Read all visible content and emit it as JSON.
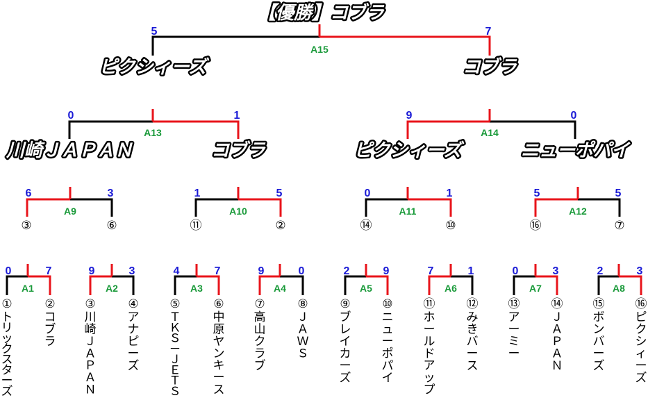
{
  "champion": "【優勝】コブラ",
  "matches": [
    {
      "id": "A1",
      "left_score": "0",
      "right_score": "7",
      "winner": "right"
    },
    {
      "id": "A2",
      "left_score": "9",
      "right_score": "3",
      "winner": "left"
    },
    {
      "id": "A3",
      "left_score": "4",
      "right_score": "7",
      "winner": "right"
    },
    {
      "id": "A4",
      "left_score": "9",
      "right_score": "0",
      "winner": "left"
    },
    {
      "id": "A5",
      "left_score": "2",
      "right_score": "9",
      "winner": "right"
    },
    {
      "id": "A6",
      "left_score": "7",
      "right_score": "1",
      "winner": "left"
    },
    {
      "id": "A7",
      "left_score": "0",
      "right_score": "3",
      "winner": "right"
    },
    {
      "id": "A8",
      "left_score": "2",
      "right_score": "3",
      "winner": "right"
    },
    {
      "id": "A9",
      "left_score": "6",
      "right_score": "3",
      "winner": "left",
      "left_label": "③",
      "right_label": "⑥"
    },
    {
      "id": "A10",
      "left_score": "1",
      "right_score": "5",
      "winner": "right",
      "left_label": "⑪",
      "right_label": "②"
    },
    {
      "id": "A11",
      "left_score": "0",
      "right_score": "1",
      "winner": "right",
      "left_label": "⑭",
      "right_label": "⑩"
    },
    {
      "id": "A12",
      "left_score": "5",
      "right_score": "5",
      "winner": "left",
      "left_label": "⑯",
      "right_label": "⑦"
    },
    {
      "id": "A13",
      "left_score": "0",
      "right_score": "1",
      "winner": "right",
      "left_label": "川崎ＪＡＰＡＮ",
      "right_label": "コブラ"
    },
    {
      "id": "A14",
      "left_score": "9",
      "right_score": "0",
      "winner": "left",
      "left_label": "ピクシィーズ",
      "right_label": "ニューポパイ"
    },
    {
      "id": "A15",
      "left_score": "5",
      "right_score": "7",
      "winner": "right",
      "left_label": "ピクシィーズ",
      "right_label": "コブラ"
    }
  ],
  "teams": [
    {
      "seed": "①",
      "name": "トリックスターズ"
    },
    {
      "seed": "②",
      "name": "コブラ"
    },
    {
      "seed": "③",
      "name": "川崎ＪＡＰＡＮ"
    },
    {
      "seed": "④",
      "name": "アナピーズ"
    },
    {
      "seed": "⑤",
      "name": "ＴＫＳ－ＪＥＴＳ"
    },
    {
      "seed": "⑥",
      "name": "中原ヤンキース"
    },
    {
      "seed": "⑦",
      "name": "高山クラブ"
    },
    {
      "seed": "⑧",
      "name": "ＪＡＷＳ"
    },
    {
      "seed": "⑨",
      "name": "ブレイカーズ"
    },
    {
      "seed": "⑩",
      "name": "ニューポパイ"
    },
    {
      "seed": "⑪",
      "name": "ホールドアップ"
    },
    {
      "seed": "⑫",
      "name": "みきバース"
    },
    {
      "seed": "⑬",
      "name": "アーミー"
    },
    {
      "seed": "⑭",
      "name": "ＪＡＰＡＮ"
    },
    {
      "seed": "⑮",
      "name": "ボンバーズ"
    },
    {
      "seed": "⑯",
      "name": "ピクシィーズ"
    }
  ],
  "colors": {
    "winner_line": "#e8141b",
    "loser_line": "#000000",
    "score": "#1a1ad6",
    "match_id": "#1a9a3a"
  }
}
